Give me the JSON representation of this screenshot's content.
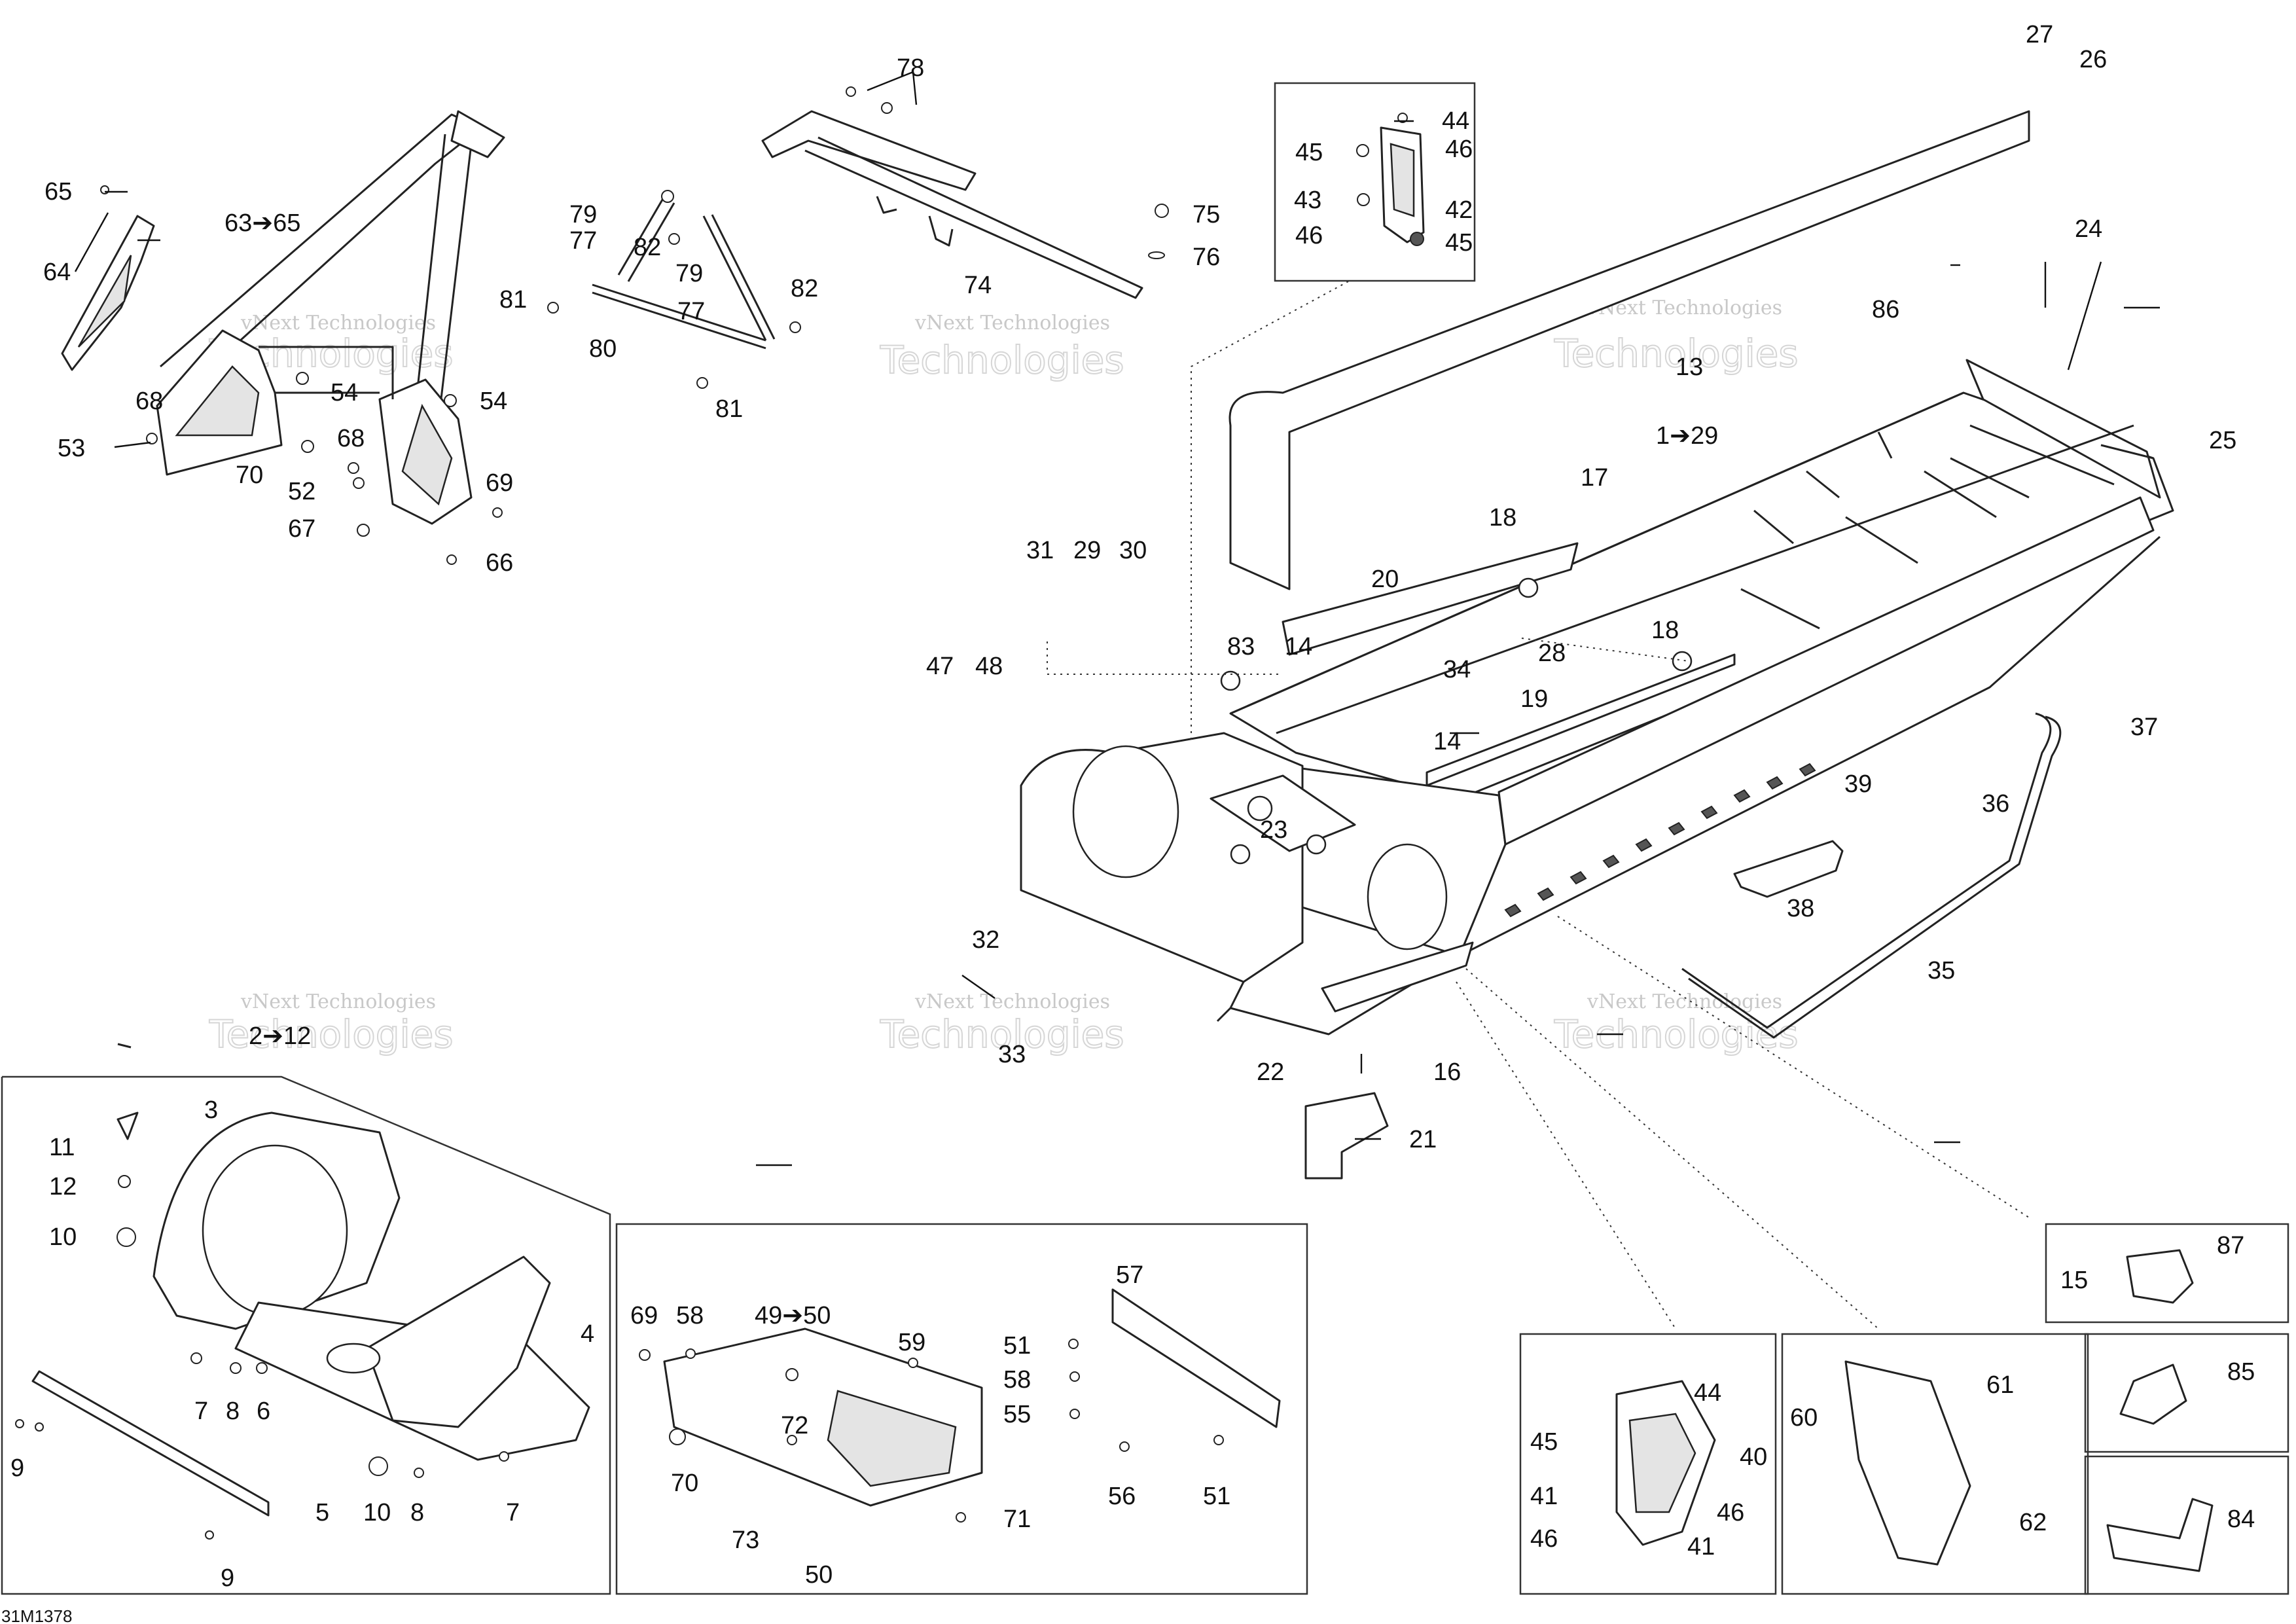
{
  "drawing_ref": "31M1378",
  "watermark": {
    "line1": "vNext Technologies",
    "line2": "Technologies"
  },
  "callouts": [
    {
      "id": "c1",
      "text": "78"
    },
    {
      "id": "c2",
      "text": "27"
    },
    {
      "id": "c3",
      "text": "26"
    },
    {
      "id": "c4",
      "text": "44"
    },
    {
      "id": "c5",
      "text": "45"
    },
    {
      "id": "c6",
      "text": "46"
    },
    {
      "id": "c7",
      "text": "43"
    },
    {
      "id": "c8",
      "text": "42"
    },
    {
      "id": "c9",
      "text": "46"
    },
    {
      "id": "c10",
      "text": "45"
    },
    {
      "id": "c11",
      "text": "65"
    },
    {
      "id": "c12",
      "text": "63➔65"
    },
    {
      "id": "c13",
      "text": "64"
    },
    {
      "id": "c14",
      "text": "79"
    },
    {
      "id": "c15",
      "text": "77"
    },
    {
      "id": "c16",
      "text": "75"
    },
    {
      "id": "c17",
      "text": "76"
    },
    {
      "id": "c18",
      "text": "82"
    },
    {
      "id": "c19",
      "text": "79"
    },
    {
      "id": "c20",
      "text": "74"
    },
    {
      "id": "c21",
      "text": "81"
    },
    {
      "id": "c22",
      "text": "82"
    },
    {
      "id": "c23",
      "text": "77"
    },
    {
      "id": "c24",
      "text": "80"
    },
    {
      "id": "c25",
      "text": "81"
    },
    {
      "id": "c26",
      "text": "24"
    },
    {
      "id": "c27",
      "text": "86"
    },
    {
      "id": "c28",
      "text": "13"
    },
    {
      "id": "c29",
      "text": "25"
    },
    {
      "id": "c30",
      "text": "54"
    },
    {
      "id": "c31",
      "text": "54"
    },
    {
      "id": "c32",
      "text": "68"
    },
    {
      "id": "c33",
      "text": "53"
    },
    {
      "id": "c34",
      "text": "68"
    },
    {
      "id": "c35",
      "text": "70"
    },
    {
      "id": "c36",
      "text": "52"
    },
    {
      "id": "c37",
      "text": "69"
    },
    {
      "id": "c38",
      "text": "67"
    },
    {
      "id": "c39",
      "text": "66"
    },
    {
      "id": "c40",
      "text": "1➔29"
    },
    {
      "id": "c41",
      "text": "17"
    },
    {
      "id": "c42",
      "text": "18"
    },
    {
      "id": "c43",
      "text": "31"
    },
    {
      "id": "c44",
      "text": "29"
    },
    {
      "id": "c45",
      "text": "30"
    },
    {
      "id": "c46",
      "text": "20"
    },
    {
      "id": "c47",
      "text": "28"
    },
    {
      "id": "c48",
      "text": "18"
    },
    {
      "id": "c49",
      "text": "83"
    },
    {
      "id": "c50",
      "text": "14"
    },
    {
      "id": "c51",
      "text": "34"
    },
    {
      "id": "c52",
      "text": "47"
    },
    {
      "id": "c53",
      "text": "48"
    },
    {
      "id": "c54",
      "text": "19"
    },
    {
      "id": "c55",
      "text": "37"
    },
    {
      "id": "c56",
      "text": "14"
    },
    {
      "id": "c57",
      "text": "39"
    },
    {
      "id": "c58",
      "text": "23"
    },
    {
      "id": "c59",
      "text": "36"
    },
    {
      "id": "c60",
      "text": "38"
    },
    {
      "id": "c61",
      "text": "32"
    },
    {
      "id": "c62",
      "text": "35"
    },
    {
      "id": "c63",
      "text": "33"
    },
    {
      "id": "c64",
      "text": "22"
    },
    {
      "id": "c65",
      "text": "16"
    },
    {
      "id": "c66",
      "text": "2➔12"
    },
    {
      "id": "c67",
      "text": "3"
    },
    {
      "id": "c68",
      "text": "21"
    },
    {
      "id": "c69",
      "text": "11"
    },
    {
      "id": "c70",
      "text": "12"
    },
    {
      "id": "c71",
      "text": "10"
    },
    {
      "id": "c72",
      "text": "87"
    },
    {
      "id": "c73",
      "text": "15"
    },
    {
      "id": "c74",
      "text": "57"
    },
    {
      "id": "c75",
      "text": "4"
    },
    {
      "id": "c76",
      "text": "69"
    },
    {
      "id": "c77",
      "text": "58"
    },
    {
      "id": "c78",
      "text": "49➔50"
    },
    {
      "id": "c79",
      "text": "59"
    },
    {
      "id": "c80",
      "text": "51"
    },
    {
      "id": "c81",
      "text": "58"
    },
    {
      "id": "c82",
      "text": "44"
    },
    {
      "id": "c83",
      "text": "61"
    },
    {
      "id": "c84",
      "text": "85"
    },
    {
      "id": "c85",
      "text": "7"
    },
    {
      "id": "c86",
      "text": "8"
    },
    {
      "id": "c87",
      "text": "6"
    },
    {
      "id": "c88",
      "text": "72"
    },
    {
      "id": "c89",
      "text": "55"
    },
    {
      "id": "c90",
      "text": "60"
    },
    {
      "id": "c91",
      "text": "45"
    },
    {
      "id": "c92",
      "text": "40"
    },
    {
      "id": "c93",
      "text": "9"
    },
    {
      "id": "c94",
      "text": "70"
    },
    {
      "id": "c95",
      "text": "56"
    },
    {
      "id": "c96",
      "text": "51"
    },
    {
      "id": "c97",
      "text": "41"
    },
    {
      "id": "c98",
      "text": "46"
    },
    {
      "id": "c99",
      "text": "62"
    },
    {
      "id": "c100",
      "text": "5"
    },
    {
      "id": "c101",
      "text": "10"
    },
    {
      "id": "c102",
      "text": "8"
    },
    {
      "id": "c103",
      "text": "7"
    },
    {
      "id": "c104",
      "text": "71"
    },
    {
      "id": "c105",
      "text": "84"
    },
    {
      "id": "c106",
      "text": "73"
    },
    {
      "id": "c107",
      "text": "46"
    },
    {
      "id": "c108",
      "text": "41"
    },
    {
      "id": "c109",
      "text": "9"
    },
    {
      "id": "c110",
      "text": "50"
    }
  ]
}
